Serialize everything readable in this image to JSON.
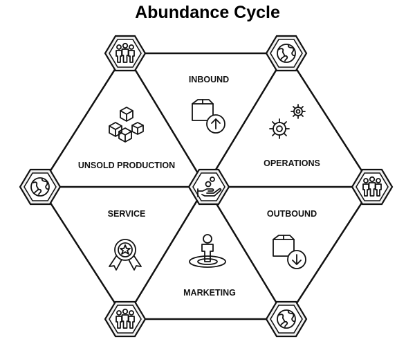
{
  "title": "Abundance Cycle",
  "segments": {
    "inbound": "INBOUND",
    "operations": "OPERATIONS",
    "outbound": "OUTBOUND",
    "marketing": "MARKETING",
    "service": "SERVICE",
    "unsold_production": "UNSOLD PRODUCTION"
  },
  "vertex_icons": {
    "top_left": "people-icon",
    "top_right": "globe-icon",
    "right": "people-icon",
    "bottom_right": "globe-icon",
    "bottom_left": "people-icon",
    "left": "globe-icon",
    "center": "hand-coins-icon"
  }
}
